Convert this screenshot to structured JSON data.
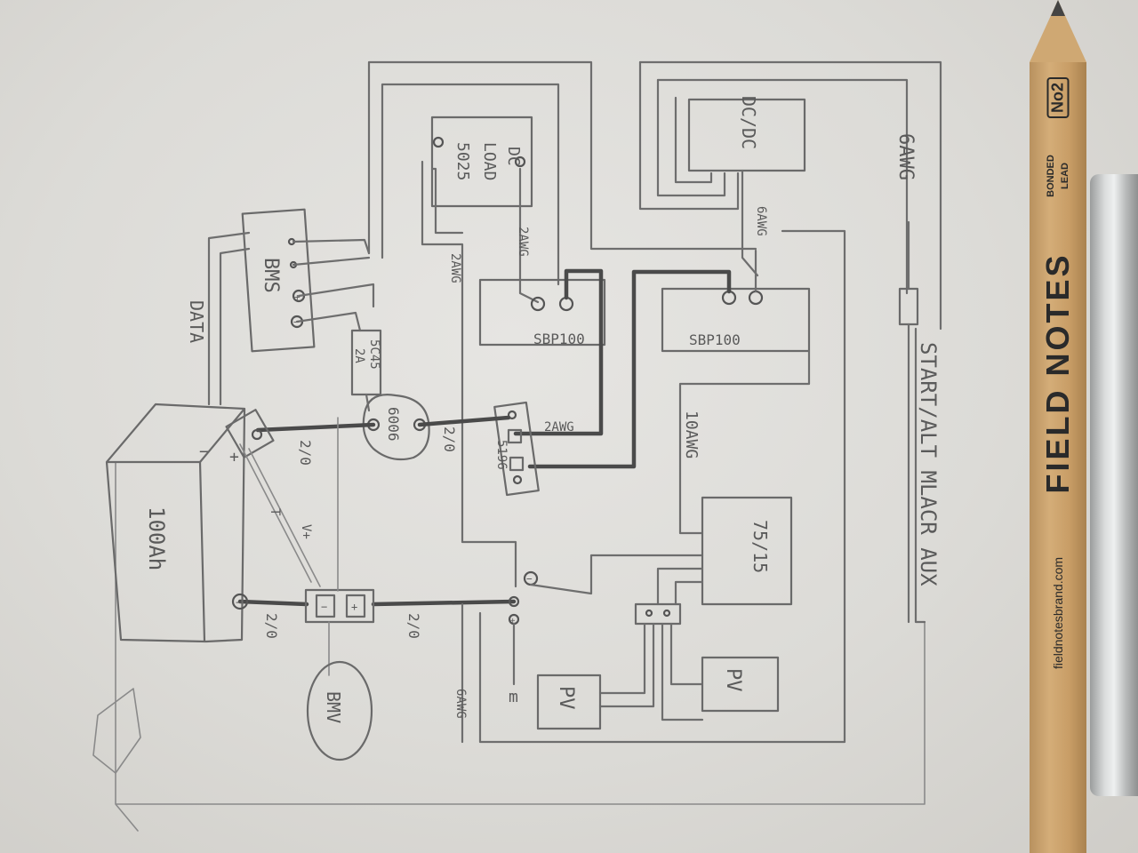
{
  "components": {
    "battery": "100Ah",
    "bms": "BMS",
    "bmv": "BMV",
    "dc_load": [
      "DC",
      "LOAD",
      "5025"
    ],
    "dcdc": "DC/DC",
    "sbp_left": "SBP100",
    "sbp_right": "SBP100",
    "fuse_block": "6006",
    "bus_bar": "5196",
    "small_fuse": [
      "5C45",
      "2A"
    ],
    "mppt": "75/15",
    "pv_left": "PV",
    "pv_right": "PV",
    "source": "START/ALT MLACR AUX"
  },
  "labels": {
    "data": "DATA",
    "awg6_top": "6AWG",
    "awg6_mid": "6AWG",
    "awg6_bottom": "6AWG",
    "awg2_left": "2AWG",
    "awg2_right": "2AWG",
    "awg2_bus": "2AWG",
    "awg10": "10AWG",
    "g20_a": "2/0",
    "g20_b": "2/0",
    "g20_c": "2/0",
    "g20_d": "2/0",
    "vplus": "V+",
    "t": "T",
    "plus": "+",
    "minus": "−",
    "shunt_minus": "−",
    "shunt_plus": "+",
    "node_minus": "−",
    "node_plus": "+",
    "bms_plus": "+",
    "bms_minus": "−",
    "dash": "−",
    "m": "m"
  },
  "pencil": {
    "brand": "FIELD NOTES",
    "grade": "No2",
    "lead": [
      "BONDED",
      "LEAD"
    ],
    "url": "fieldnotesbrand.com"
  },
  "colors": {
    "graphite": "#6e6e6e",
    "paper": "#e2e1de",
    "pencil_wood": "#cfa56e"
  }
}
